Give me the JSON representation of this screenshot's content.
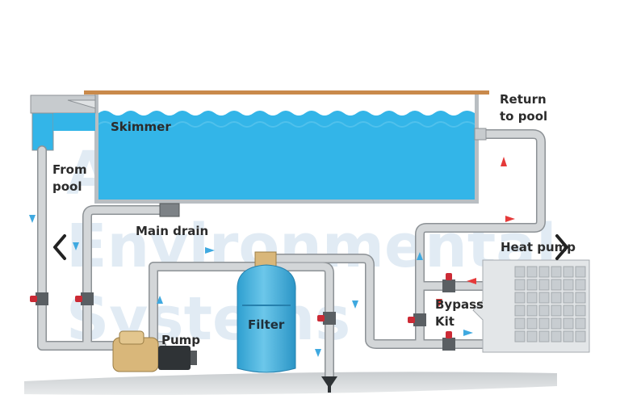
{
  "labels": {
    "skimmer": "Skimmer",
    "return_to_pool": [
      "Return",
      "to pool"
    ],
    "from_pool": [
      "From",
      "pool"
    ],
    "main_drain": "Main drain",
    "heat_pump": "Heat pump",
    "pump": "Pump",
    "filter": "Filter",
    "bypass_kit": [
      "Bypass",
      "Kit"
    ]
  },
  "watermark": "Automated Environmental Systems",
  "carousel": {
    "prev_icon": "chevron-left-icon",
    "next_icon": "chevron-right-icon"
  },
  "colors": {
    "water": "#33b5e8",
    "pipe": "#c6cacd",
    "pipe_edge": "#8d9296",
    "valve": "#cc2a35",
    "flow_blue": "#3fa9e0",
    "flow_red": "#e53a3a",
    "filter": "#4db4dc",
    "heat_pump": "#dfe3e6"
  }
}
